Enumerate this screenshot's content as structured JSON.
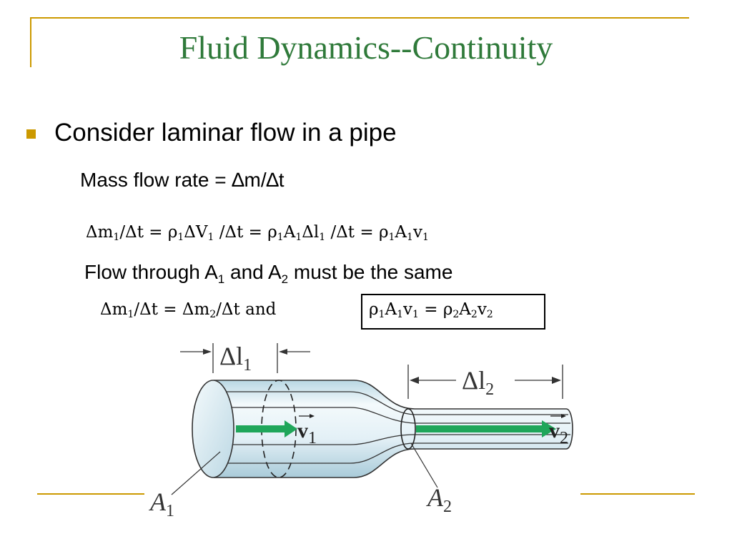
{
  "slide": {
    "title": "Fluid Dynamics--Continuity",
    "bullet": "Consider laminar flow in a pipe",
    "mass_flow_label": "Mass flow rate = ∆m/∆t",
    "flow_line": {
      "a": "Flow through A",
      "s1": "1",
      "b": " and A",
      "s2": "2",
      "c": " must be the same"
    }
  },
  "equations": {
    "eq1": [
      {
        "t": "Δm"
      },
      {
        "s": "1"
      },
      {
        "t": "/Δt = ρ"
      },
      {
        "s": "1"
      },
      {
        "t": "ΔV"
      },
      {
        "s": "1"
      },
      {
        "t": " /Δt = ρ"
      },
      {
        "s": "1"
      },
      {
        "t": "A"
      },
      {
        "s": "1"
      },
      {
        "t": "Δl"
      },
      {
        "s": "1"
      },
      {
        "t": " /Δt = ρ"
      },
      {
        "s": "1"
      },
      {
        "t": "A"
      },
      {
        "s": "1"
      },
      {
        "t": "v"
      },
      {
        "s": "1"
      }
    ],
    "eq2": [
      {
        "t": "Δm"
      },
      {
        "s": "1"
      },
      {
        "t": "/Δt = Δm"
      },
      {
        "s": "2"
      },
      {
        "t": "/Δt  and"
      }
    ],
    "eq3": [
      {
        "t": "ρ"
      },
      {
        "s": "1"
      },
      {
        "t": "A"
      },
      {
        "s": "1"
      },
      {
        "t": "v"
      },
      {
        "s": "1"
      },
      {
        "t": " = ρ"
      },
      {
        "s": "2"
      },
      {
        "t": "A"
      },
      {
        "s": "2"
      },
      {
        "t": "v"
      },
      {
        "s": "2"
      }
    ]
  },
  "diagram": {
    "dl1": {
      "main": "Δl",
      "sub": "1"
    },
    "dl2": {
      "main": "Δl",
      "sub": "2"
    },
    "v1": {
      "main": "v",
      "sub": "1"
    },
    "v2": {
      "main": "v",
      "sub": "2"
    },
    "a1": {
      "main": "A",
      "sub": "1"
    },
    "a2": {
      "main": "A",
      "sub": "2"
    }
  },
  "colors": {
    "title": "#2f7a3a",
    "accent": "#cc9900",
    "arrow": "#1fa65a",
    "pipe": "#d6eaf2"
  }
}
